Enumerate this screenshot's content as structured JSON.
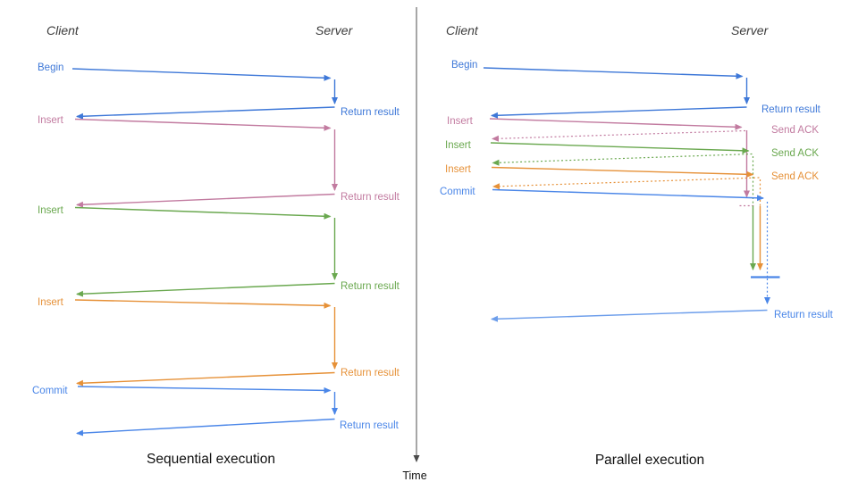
{
  "sequential": {
    "title": "Sequential execution",
    "client_header": "Client",
    "server_header": "Server",
    "rows": [
      {
        "label": "Begin",
        "return_label": "Return result"
      },
      {
        "label": "Insert",
        "return_label": "Return result"
      },
      {
        "label": "Insert",
        "return_label": "Return result"
      },
      {
        "label": "Insert",
        "return_label": "Return result"
      },
      {
        "label": "Commit",
        "return_label": "Return result"
      }
    ]
  },
  "parallel": {
    "title": "Parallel execution",
    "client_header": "Client",
    "server_header": "Server",
    "rows": [
      {
        "label": "Begin",
        "return_label": "Return result"
      },
      {
        "label": "Insert",
        "return_label": "Send ACK"
      },
      {
        "label": "Insert",
        "return_label": "Send ACK"
      },
      {
        "label": "Insert",
        "return_label": "Send ACK"
      },
      {
        "label": "Commit",
        "return_label": ""
      }
    ],
    "final_return_label": "Return result"
  },
  "time_axis": {
    "label": "Time"
  },
  "colors": {
    "begin_blue": "#3e78d8",
    "commit_blue": "#4a86e8",
    "final_response_blue": "#6d9eeb",
    "insert_pink": "#c27ba0",
    "insert_green": "#6aa84f",
    "insert_orange": "#e69138",
    "axis_gray": "#5f5f5f"
  }
}
